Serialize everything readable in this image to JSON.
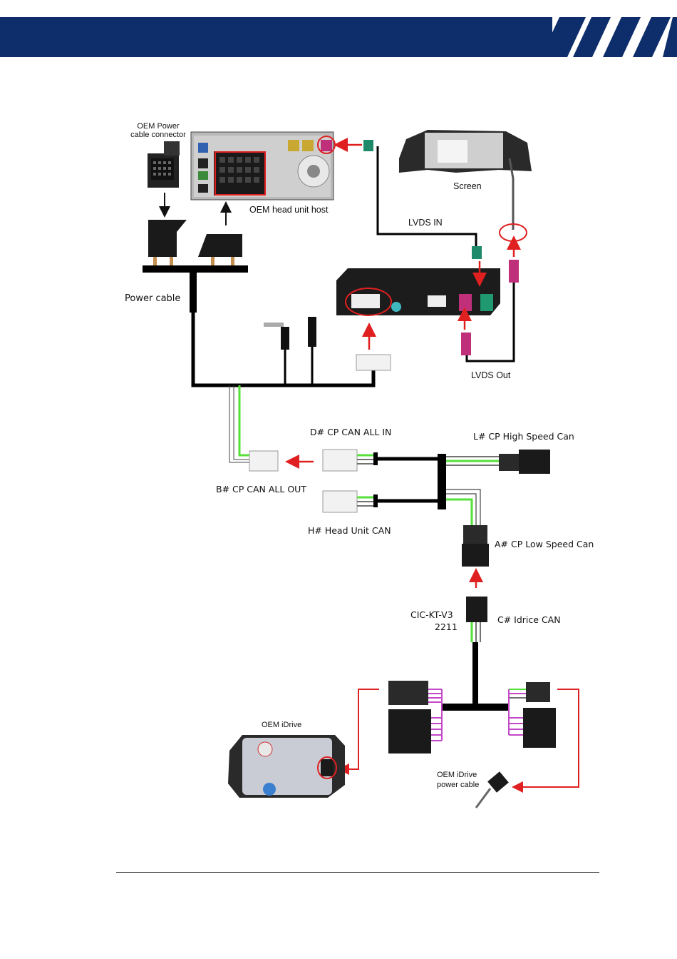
{
  "colors": {
    "banner": "#0d2d6b",
    "wire_black": "#000000",
    "wire_green": "#55e03a",
    "arrow_red": "#e02020",
    "pink_connector": "#c0307a",
    "teal_connector": "#1f8a6a",
    "box_dark": "#1c1c1c",
    "magenta_wire": "#c447c9"
  },
  "labels": {
    "oem_power_connector": "OEM Power cable connector",
    "oem_head_unit": "OEM head unit host",
    "screen": "Screen",
    "lvds_in": "LVDS IN",
    "power_cable": "Power cable",
    "lvds_out": "LVDS Out",
    "d_cp_can_all_in": "D# CP CAN ALL IN",
    "l_cp_high_speed": "L# CP High Speed Can",
    "b_cp_can_all_out": "B# CP CAN ALL OUT",
    "h_head_unit_can": "H# Head Unit CAN",
    "a_cp_low_speed": "A# CP Low Speed Can",
    "cic_kt": "CIC-KT-V3",
    "cic_kt_num": "2211",
    "c_idrice_can": "C# Idrice CAN",
    "oem_idrive": "OEM iDrive",
    "oem_idrive_power": "OEM iDrive power cable"
  }
}
